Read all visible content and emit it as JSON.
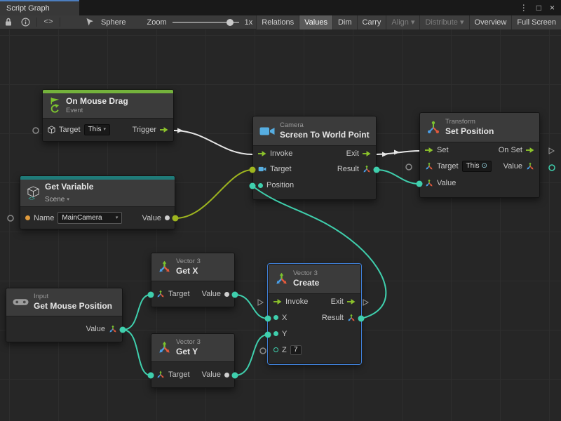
{
  "window": {
    "tab_title": "Script Graph",
    "controls": {
      "menu": "⋮",
      "maximize": "□",
      "close": "×"
    }
  },
  "toolbar": {
    "graph_target": "Sphere",
    "zoom_label": "Zoom",
    "zoom_value": "1x",
    "code_icon_glyph": "<>",
    "buttons": [
      {
        "label": "Relations",
        "state": "normal"
      },
      {
        "label": "Values",
        "state": "active"
      },
      {
        "label": "Dim",
        "state": "normal"
      },
      {
        "label": "Carry",
        "state": "normal"
      },
      {
        "label": "Align ▾",
        "state": "disabled"
      },
      {
        "label": "Distribute ▾",
        "state": "disabled"
      },
      {
        "label": "Overview",
        "state": "normal"
      },
      {
        "label": "Full Screen",
        "state": "normal"
      }
    ]
  },
  "glyphs": {
    "caret_down": "▾",
    "object_picker": "⊙"
  },
  "colors": {
    "event_accent": "#74B23C",
    "variable_accent": "#1F7A78",
    "control_wire": "#E6E6E6",
    "object_wire": "#9EB51F",
    "vector_wire": "#3FCFAD",
    "selection": "#3F7FD6"
  },
  "nodes": {
    "on_mouse_drag": {
      "title": "On Mouse Drag",
      "subtitle": "Event",
      "target_label": "Target",
      "target_value": "This",
      "trigger_label": "Trigger"
    },
    "screen_to_world": {
      "category": "Camera",
      "title": "Screen To World Point",
      "invoke": "Invoke",
      "exit": "Exit",
      "target": "Target",
      "result": "Result",
      "position": "Position"
    },
    "set_position": {
      "category": "Transform",
      "title": "Set Position",
      "set": "Set",
      "on_set": "On Set",
      "target": "Target",
      "target_value": "This",
      "value_in": "Value",
      "value_out": "Value"
    },
    "get_variable": {
      "title": "Get Variable",
      "scope": "Scene",
      "name_label": "Name",
      "name_value": "MainCamera",
      "value_label": "Value"
    },
    "get_x": {
      "category": "Vector 3",
      "title": "Get X",
      "target": "Target",
      "value": "Value"
    },
    "get_y": {
      "category": "Vector 3",
      "title": "Get Y",
      "target": "Target",
      "value": "Value"
    },
    "get_mouse_position": {
      "category": "Input",
      "title": "Get Mouse Position",
      "value": "Value"
    },
    "create_vector": {
      "category": "Vector 3",
      "title": "Create",
      "invoke": "Invoke",
      "exit": "Exit",
      "x": "X",
      "y": "Y",
      "z": "Z",
      "z_value": "7",
      "result": "Result"
    }
  }
}
